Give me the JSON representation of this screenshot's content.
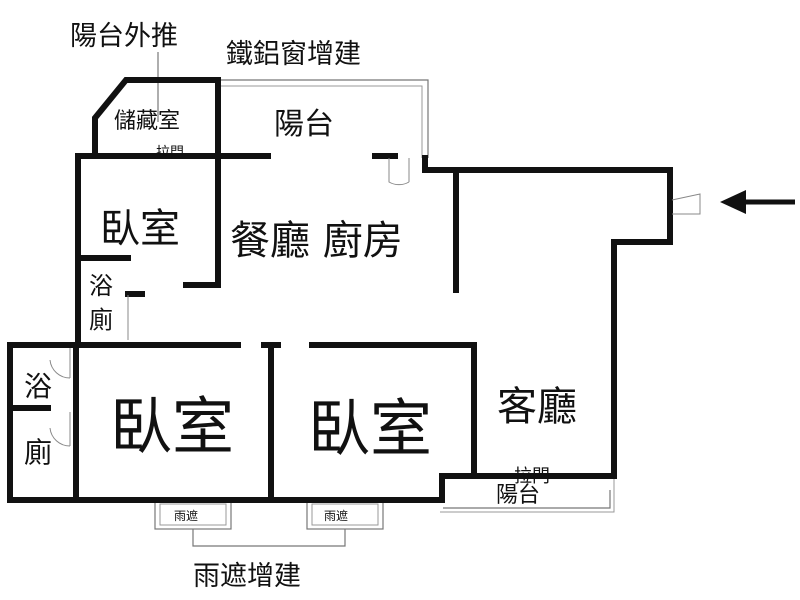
{
  "annotations": {
    "balcony_extension": "陽台外推",
    "aluminum_window": "鐵鋁窗增建",
    "awning_addition": "雨遮增建"
  },
  "rooms": {
    "storage": "儲藏室",
    "storage_door": "拉門",
    "balcony_top": "陽台",
    "bedroom_top": "臥室",
    "dining_kitchen": "餐廳 廚房",
    "bath_upper_1": "浴",
    "bath_upper_2": "廁",
    "bath_lower_1": "浴",
    "bath_lower_2": "廁",
    "bedroom_left": "臥室",
    "bedroom_middle": "臥室",
    "living_room": "客廳",
    "sliding_door": "拉門",
    "balcony_bottom": "陽台",
    "awning_left": "雨遮",
    "awning_right": "雨遮"
  },
  "colors": {
    "wall": "#111111",
    "thin_line": "#777777",
    "background": "#ffffff"
  },
  "icons": {
    "entrance": "arrow-left-icon"
  }
}
